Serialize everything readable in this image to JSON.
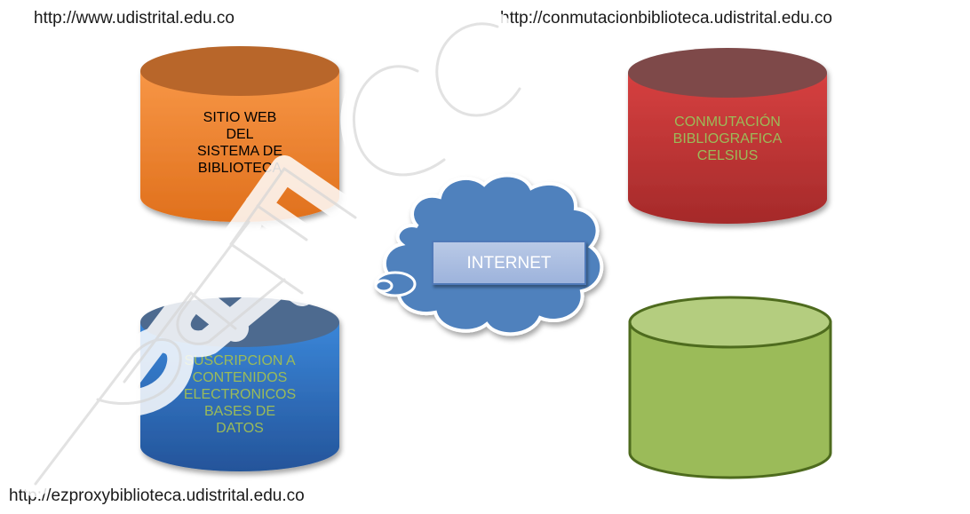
{
  "urls": {
    "top_left": "http://www.udistrital.edu.co",
    "top_right": "http://conmutacionbiblioteca.udistrital.edu.co",
    "bottom_left": "http://ezproxybiblioteca.udistrital.edu.co"
  },
  "cylinders": {
    "website": {
      "lines": [
        "SITIO WEB",
        "DEL",
        "SISTEMA DE",
        "BIBLIOTECA"
      ],
      "color": "#e87722",
      "text_color": "#000000"
    },
    "celsius": {
      "lines": [
        "CONMUTACIÓN",
        "BIBLIOGRAFICA",
        "CELSIUS"
      ],
      "color": "#c0392b",
      "text_color": "#9bbb59"
    },
    "subscription": {
      "lines": [
        "SUSCRIPCION A",
        "CONTENIDOS",
        "ELECTRONICOS",
        "BASES DE",
        "DATOS"
      ],
      "color": "#2e6fbf",
      "text_color": "#9bbb59"
    },
    "empty": {
      "lines": [],
      "color": "#9bbb59",
      "text_color": "#000000"
    }
  },
  "cloud": {
    "label": "INTERNET",
    "color": "#4f81bd"
  }
}
